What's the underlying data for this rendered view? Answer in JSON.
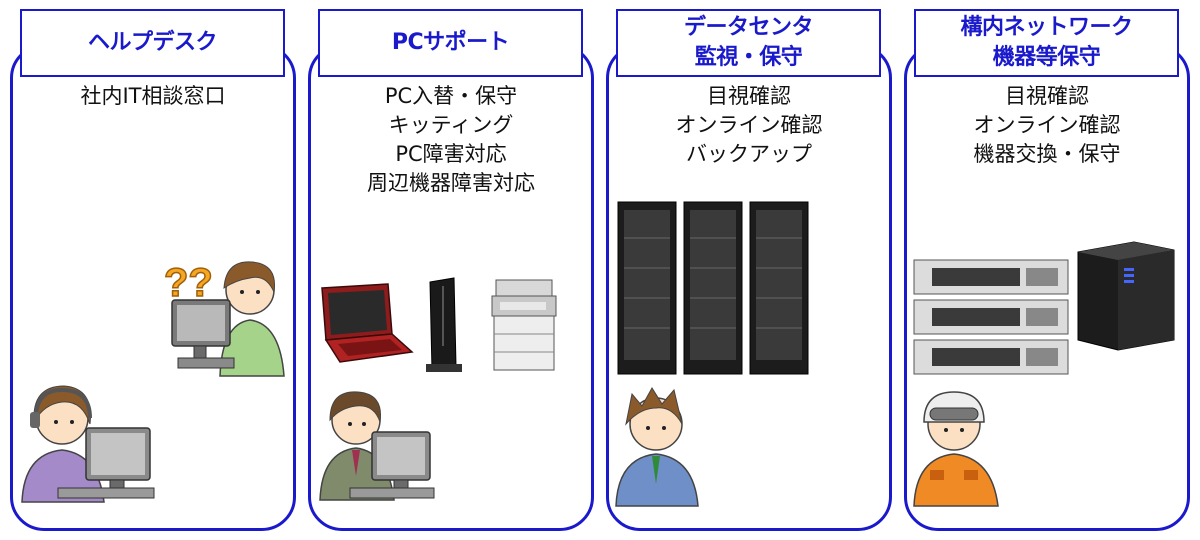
{
  "columns": [
    {
      "title_lines": [
        "ヘルプデスク"
      ],
      "items": [
        "社内IT相談窓口"
      ]
    },
    {
      "title_lines": [
        "PCサポート"
      ],
      "items": [
        "PC入替・保守",
        "キッティング",
        "PC障害対応",
        "周辺機器障害対応"
      ]
    },
    {
      "title_lines": [
        "データセンタ",
        "監視・保守"
      ],
      "items": [
        "目視確認",
        "オンライン確認",
        "バックアップ"
      ]
    },
    {
      "title_lines": [
        "構内ネットワーク",
        "機器等保守"
      ],
      "items": [
        "目視確認",
        "オンライン確認",
        "機器交換・保守"
      ]
    }
  ],
  "colors": {
    "accent": "#1a1acc",
    "question": "#f5a623"
  },
  "icons": [
    "operator-headset-icon",
    "confused-user-icon",
    "laptop-icon",
    "router-icon",
    "printer-icon",
    "technician-icon",
    "server-rack-icon",
    "engineer-icon",
    "network-switch-icon",
    "tower-server-icon",
    "worker-helmet-icon"
  ],
  "question_marks": "??"
}
